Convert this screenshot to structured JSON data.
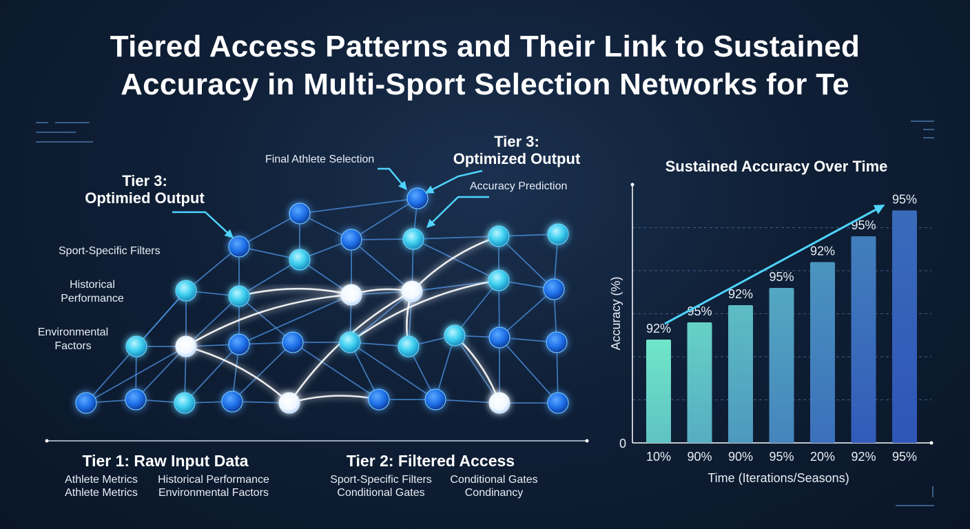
{
  "title": {
    "line1": "Tiered Access Patterns and Their Link to Sustained",
    "line2": "Accuracy in Multi-Sport Selection Networks for Te"
  },
  "network": {
    "labels": {
      "final_selection": "Final Athlete Selection",
      "tier3_right_line1": "Tier 3:",
      "tier3_right_line2": "Optimized Output",
      "accuracy_prediction": "Accuracy Prediction",
      "tier3_left_line1": "Tier 3:",
      "tier3_left_line2": "Optimied Output",
      "sport_filters": "Sport-Specific Filters",
      "historical_line1": "Historical",
      "historical_line2": "Performance",
      "environmental_line1": "Environmental",
      "environmental_line2": "Factors"
    },
    "tier1": {
      "heading": "Tier 1: Raw Input Data",
      "items": [
        "Athlete Metrics",
        "Historical Performance",
        "Athlete Metrics",
        "Environmental Factors"
      ]
    },
    "tier2": {
      "heading": "Tier 2: Filtered Access",
      "items": [
        "Sport-Specific Filters",
        "Conditional Gates",
        "Conditional Gates",
        "Condinancy"
      ]
    },
    "colors": {
      "node_blue": "#1e6fe8",
      "node_cyan": "#3fd0f0",
      "node_white": "#ffffff",
      "edge": "#4d94e6"
    }
  },
  "chart_data": {
    "type": "bar",
    "title": "Sustained Accuracy Over Time",
    "xlabel": "Time (Iterations/Seasons)",
    "ylabel": "Accuracy (%)",
    "y_zero_label": "0",
    "categories": [
      "10%",
      "90%",
      "90%",
      "95%",
      "20%",
      "92%",
      "95%"
    ],
    "data_labels": [
      "92%",
      "95%",
      "92%",
      "95%",
      "92%",
      "95%",
      "95%"
    ],
    "values": [
      48,
      56,
      64,
      72,
      84,
      96,
      108
    ],
    "ylim": [
      0,
      120
    ],
    "grid": true,
    "trend_arrow": true,
    "colors": {
      "bar_start": "#6fe6c8",
      "bar_end": "#2f55b8",
      "axis": "#ffffff"
    }
  }
}
